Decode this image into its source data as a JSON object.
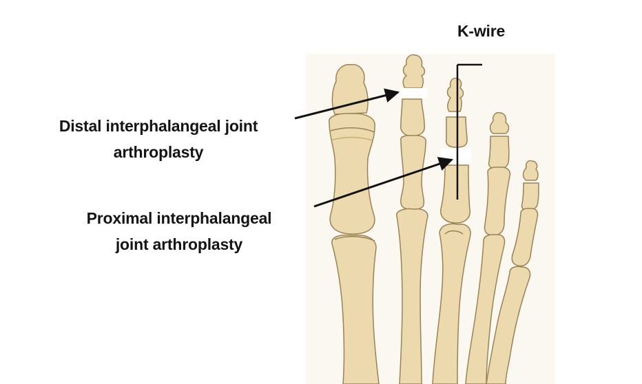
{
  "labels": {
    "kwire": "K-wire",
    "dip_line1": "Distal interphalangeal joint",
    "dip_line2": "arthroplasty",
    "pip_line1": "Proximal interphalangeal",
    "pip_line2": "joint arthroplasty"
  },
  "colors": {
    "bone_fill": "#ecd9ad",
    "bone_shade": "#d9bf86",
    "bone_outline": "#9a8255",
    "leader_line": "#111111",
    "background": "#ffffff"
  }
}
